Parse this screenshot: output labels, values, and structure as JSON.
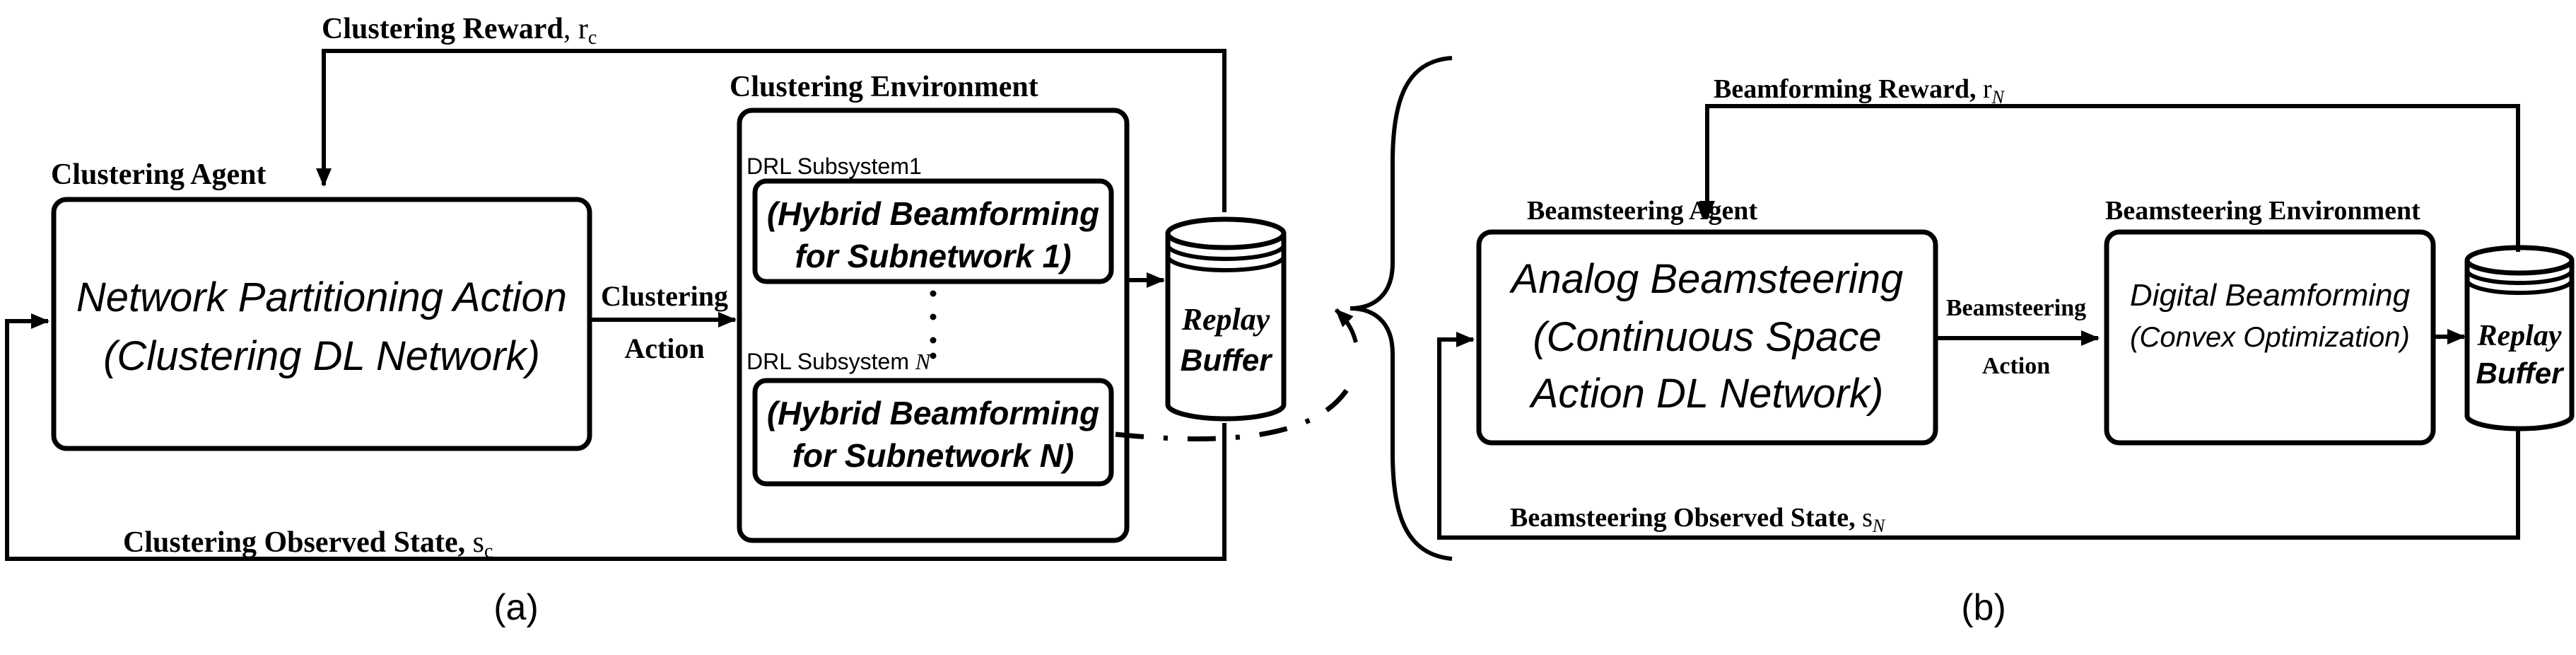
{
  "panel_a": {
    "clustering_reward": "Clustering Reward",
    "clustering_reward_symbol": "r",
    "clustering_reward_sub": "c",
    "clustering_agent_title": "Clustering Agent",
    "agent_line1": "Network Partitioning Action",
    "agent_line2": "(Clustering DL Network)",
    "action_line1": "Clustering",
    "action_line2": "Action",
    "environment_title": "Clustering Environment",
    "subsystem1_label": "DRL Subsystem1",
    "subsystem1_line1": "(Hybrid Beamforming",
    "subsystem1_line2": "for Subnetwork 1)",
    "subsystemN_label": "DRL Subsystem",
    "subsystemN_symbol": "N",
    "subsystemN_line1": "(Hybrid Beamforming",
    "subsystemN_line2": "for Subnetwork N)",
    "replay_line1": "Replay",
    "replay_line2": "Buffer",
    "observed_state": "Clustering Observed State,",
    "observed_state_symbol": "s",
    "observed_state_sub": "c",
    "caption": "(a)"
  },
  "panel_b": {
    "beamforming_reward": "Beamforming Reward,",
    "beamforming_reward_symbol": "r",
    "beamforming_reward_sub": "N",
    "agent_title": "Beamsteering Agent",
    "agent_line1": "Analog Beamsteering",
    "agent_line2": "(Continuous Space",
    "agent_line3": "Action DL Network)",
    "action_line1": "Beamsteering",
    "action_line2": "Action",
    "environment_title": "Beamsteering Environment",
    "env_line1": "Digital Beamforming",
    "env_line2": "(Convex Optimization)",
    "replay_line1": "Replay",
    "replay_line2": "Buffer",
    "observed_state": "Beamsteering Observed State,",
    "observed_state_symbol": "s",
    "observed_state_sub": "N",
    "caption": "(b)"
  }
}
